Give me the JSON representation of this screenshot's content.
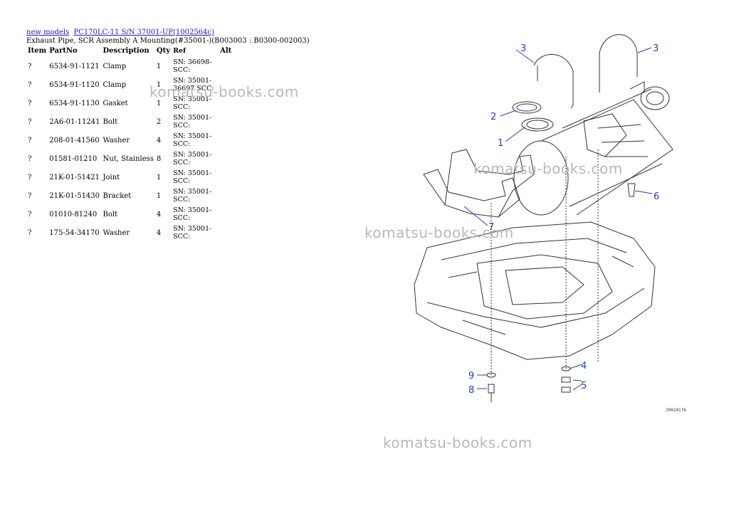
{
  "breadcrumb": {
    "link1": "new models",
    "link2": "PC170LC-11 S/N 37001-UP(1002564c)"
  },
  "subtitle": "Exhaust Pipe, SCR Assembly A Mounting(#35001-)(B003003 : B0300-002003)",
  "table": {
    "headers": {
      "item": "Item",
      "partno": "PartNo",
      "description": "Description",
      "qty": "Qty",
      "ref": "Ref",
      "alt": "Alt"
    },
    "rows": [
      {
        "item": "?",
        "partno": "6534-91-1121",
        "description": "Clamp",
        "qty": "1",
        "ref": "SN: 36698-SCC:"
      },
      {
        "item": "?",
        "partno": "6534-91-1120",
        "description": "Clamp",
        "qty": "1",
        "ref": "SN: 35001-36697 SCC:"
      },
      {
        "item": "?",
        "partno": "6534-91-1130",
        "description": "Gasket",
        "qty": "1",
        "ref": "SN: 35001-SCC:"
      },
      {
        "item": "?",
        "partno": "2A6-01-11241",
        "description": "Bolt",
        "qty": "2",
        "ref": "SN: 35001-SCC:"
      },
      {
        "item": "?",
        "partno": "208-01-41560",
        "description": "Washer",
        "qty": "4",
        "ref": "SN: 35001-SCC:"
      },
      {
        "item": "?",
        "partno": "01581-01210",
        "description": "Nut, Stainless",
        "qty": "8",
        "ref": "SN: 35001-SCC:"
      },
      {
        "item": "?",
        "partno": "21K-01-51421",
        "description": "Joint",
        "qty": "1",
        "ref": "SN: 35001-SCC:"
      },
      {
        "item": "?",
        "partno": "21K-01-51430",
        "description": "Bracket",
        "qty": "1",
        "ref": "SN: 35001-SCC:"
      },
      {
        "item": "?",
        "partno": "01010-81240",
        "description": "Bolt",
        "qty": "4",
        "ref": "SN: 35001-SCC:"
      },
      {
        "item": "?",
        "partno": "175-54-34170",
        "description": "Washer",
        "qty": "4",
        "ref": "SN: 35001-SCC:"
      }
    ]
  },
  "watermark": "komatsu-books.com",
  "diagram": {
    "callouts": {
      "c1": "1",
      "c2": "2",
      "c3a": "3",
      "c3b": "3",
      "c4": "4",
      "c5": "5",
      "c6": "6",
      "c7": "7",
      "c8": "8",
      "c9": "9"
    },
    "figure_code": "J0024176",
    "callout_color": "#1f3fbf"
  }
}
